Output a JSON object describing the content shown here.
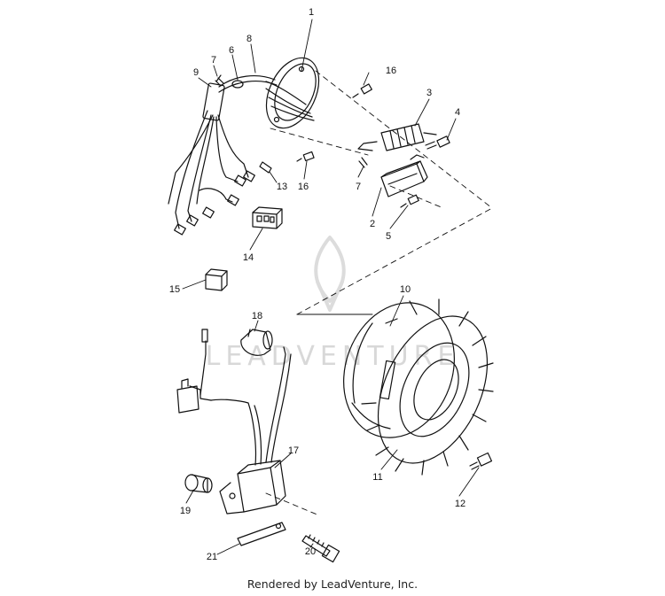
{
  "footer": {
    "text": "Rendered by LeadVenture, Inc."
  },
  "watermark": {
    "text": "LEADVENTURE",
    "icon": "flame-logo-icon",
    "color": "#d8d8d8"
  },
  "callouts": {
    "c1": "1",
    "c2": "2",
    "c3": "3",
    "c4": "4",
    "c5": "5",
    "c6": "6",
    "c7a": "7",
    "c7b": "7",
    "c8": "8",
    "c9": "9",
    "c10": "10",
    "c11": "11",
    "c12": "12",
    "c13": "13",
    "c14": "14",
    "c15": "15",
    "c16a": "16",
    "c16b": "16",
    "c17": "17",
    "c18": "18",
    "c19": "19",
    "c20": "20",
    "c21": "21"
  },
  "colors": {
    "line": "#111111",
    "background": "#ffffff"
  }
}
